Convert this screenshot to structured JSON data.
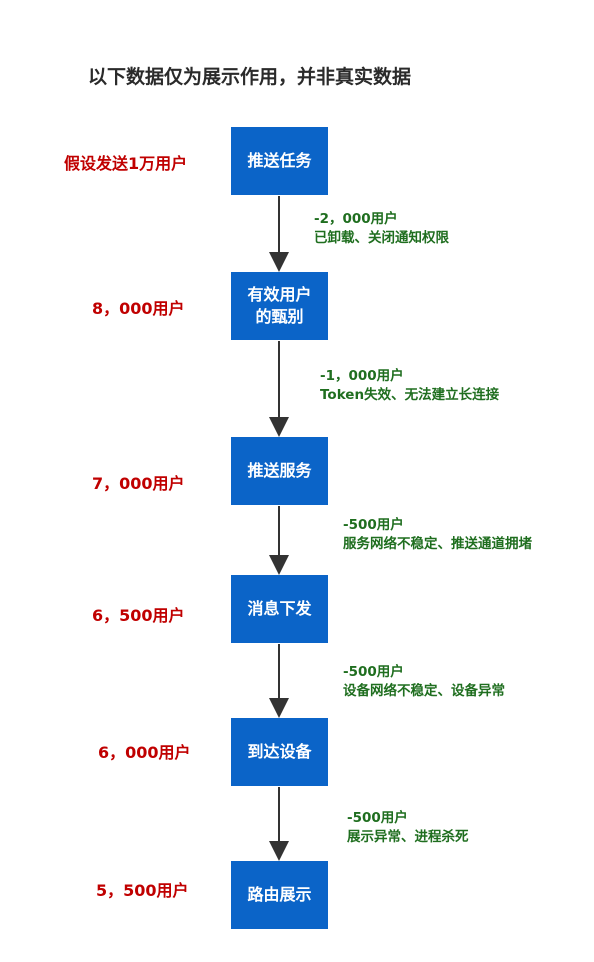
{
  "title": "以下数据仅为展示作用，并非真实数据",
  "colors": {
    "box": "#0b64c8",
    "count": "#c00000",
    "note": "#1f6e1f",
    "arrow": "#333333"
  },
  "stages": [
    {
      "label_lines": [
        "推送任务"
      ],
      "count": "假设发送1万用户"
    },
    {
      "label_lines": [
        "有效用户",
        "的甄别"
      ],
      "count": "8，000用户"
    },
    {
      "label_lines": [
        "推送服务"
      ],
      "count": "7，000用户"
    },
    {
      "label_lines": [
        "消息下发"
      ],
      "count": "6，500用户"
    },
    {
      "label_lines": [
        "到达设备"
      ],
      "count": "6，000用户"
    },
    {
      "label_lines": [
        "路由展示"
      ],
      "count": "5，500用户"
    }
  ],
  "losses": [
    {
      "amount": "-2，000用户",
      "reason": "已卸载、关闭通知权限"
    },
    {
      "amount": "-1，000用户",
      "reason": "Token失效、无法建立长连接"
    },
    {
      "amount": "-500用户",
      "reason": "服务网络不稳定、推送通道拥堵"
    },
    {
      "amount": "-500用户",
      "reason": "设备网络不稳定、设备异常"
    },
    {
      "amount": "-500用户",
      "reason": "展示异常、进程杀死"
    }
  ]
}
